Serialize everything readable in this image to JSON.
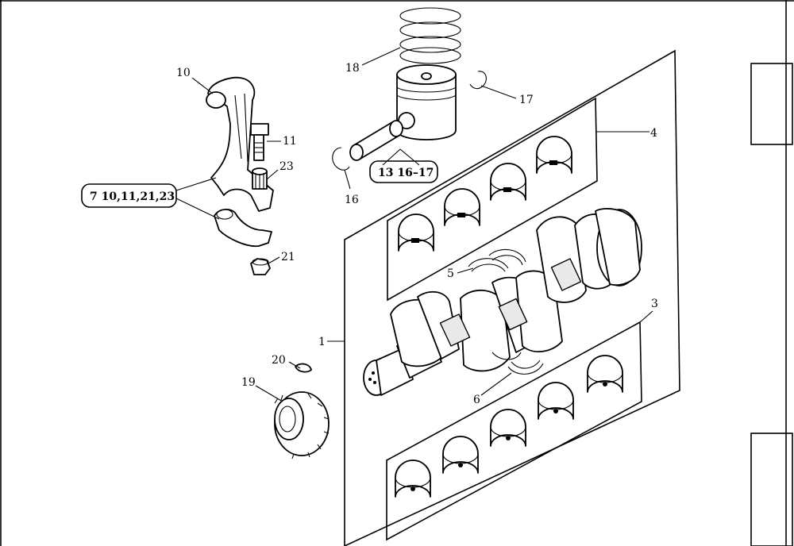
{
  "callouts": {
    "c1": "1",
    "c3": "3",
    "c4": "4",
    "c5": "5",
    "c6": "6",
    "c10": "10",
    "c11": "11",
    "c16": "16",
    "c17": "17",
    "c18": "18",
    "c19": "19",
    "c20": "20",
    "c21": "21",
    "c23": "23"
  },
  "groups": {
    "rod_kit": "7 10,11,21,23",
    "piston_kit": "13 16–17"
  }
}
